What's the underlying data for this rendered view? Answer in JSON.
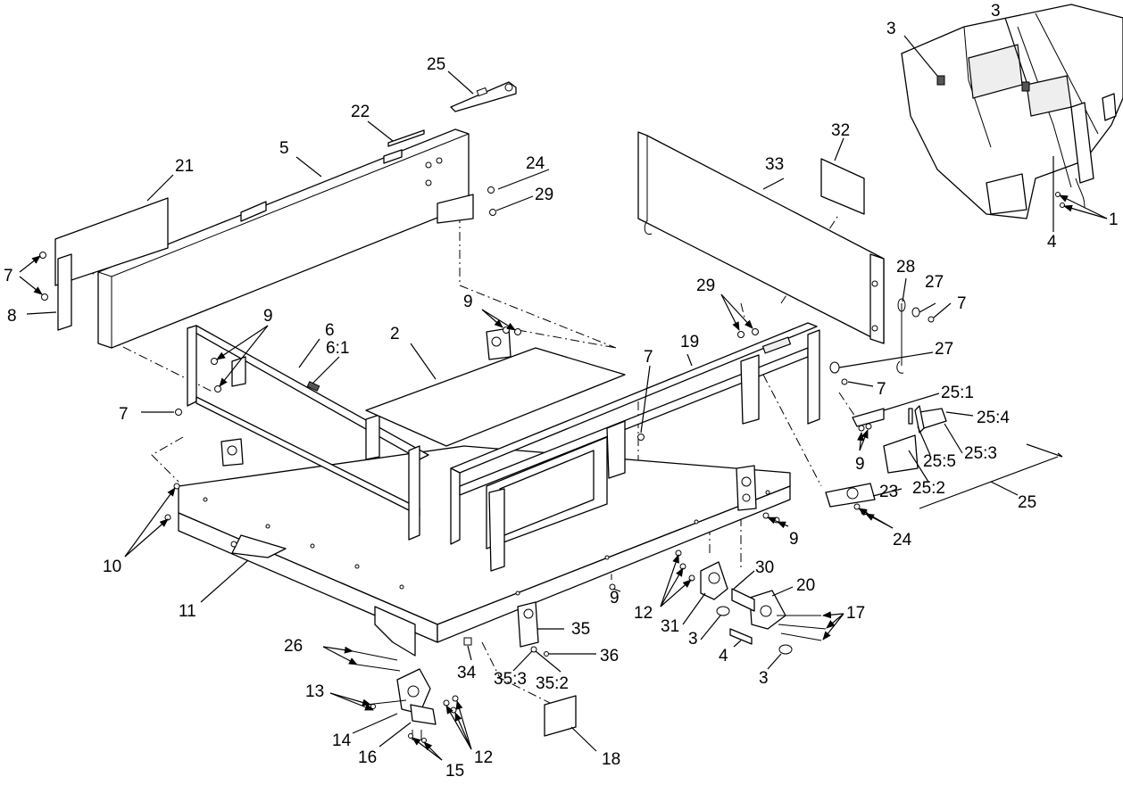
{
  "diagram": {
    "callouts": {
      "c1": "1",
      "c2": "2",
      "c3a": "3",
      "c3b": "3",
      "c3c": "3",
      "c3d": "3",
      "c4a": "4",
      "c4b": "4",
      "c5": "5",
      "c6": "6",
      "c6_1": "6:1",
      "c7a": "7",
      "c7b": "7",
      "c7c": "7",
      "c7d": "7",
      "c7e": "7",
      "c8": "8",
      "c9a": "9",
      "c9b": "9",
      "c9c": "9",
      "c9d": "9",
      "c9e": "9",
      "c10": "10",
      "c11": "11",
      "c12a": "12",
      "c12b": "12",
      "c13": "13",
      "c14": "14",
      "c15": "15",
      "c16": "16",
      "c17": "17",
      "c18": "18",
      "c19": "19",
      "c20": "20",
      "c21": "21",
      "c22": "22",
      "c23": "23",
      "c24a": "24",
      "c24b": "24",
      "c25a": "25",
      "c25b": "25",
      "c25_1": "25:1",
      "c25_2": "25:2",
      "c25_3": "25:3",
      "c25_4": "25:4",
      "c25_5": "25:5",
      "c26": "26",
      "c27a": "27",
      "c27b": "27",
      "c28": "28",
      "c29a": "29",
      "c29b": "29",
      "c30": "30",
      "c31": "31",
      "c32": "32",
      "c33": "33",
      "c34": "34",
      "c35": "35",
      "c35_2": "35:2",
      "c35_3": "35:3",
      "c36": "36"
    }
  }
}
